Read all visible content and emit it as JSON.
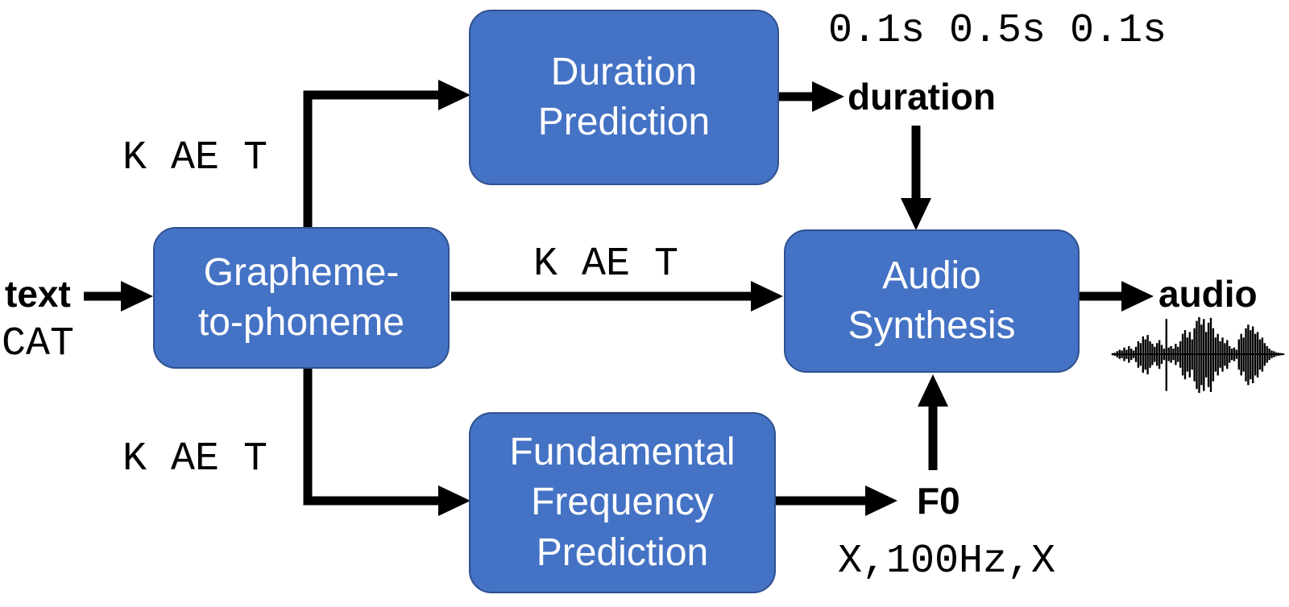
{
  "nodes": {
    "g2p": {
      "lines": [
        "Grapheme-",
        "to-phoneme"
      ]
    },
    "duration_prediction": {
      "lines": [
        "Duration",
        "Prediction"
      ]
    },
    "audio_synthesis": {
      "lines": [
        "Audio",
        "Synthesis"
      ]
    },
    "f0_prediction": {
      "lines": [
        "Fundamental",
        "Frequency",
        "Prediction"
      ]
    }
  },
  "labels": {
    "input_name": "text",
    "input_example": "CAT",
    "phonemes_top": "K AE T",
    "phonemes_middle": "K AE T",
    "phonemes_bottom": "K AE T",
    "durations_example": "0.1s 0.5s 0.1s",
    "duration_label": "duration",
    "f0_label": "F0",
    "f0_example": "X,100Hz,X",
    "output_label": "audio"
  },
  "colors": {
    "node_fill": "#4472C4",
    "node_border": "#2F528F",
    "node_text": "#FFFFFF",
    "label_text": "#000000",
    "arrow": "#000000",
    "background": "#FFFFFF"
  },
  "icons": {
    "waveform": "audio-waveform-icon"
  },
  "waveform": {
    "amplitudes": [
      0.03,
      0.04,
      0.08,
      0.12,
      0.1,
      0.18,
      0.12,
      0.22,
      0.15,
      0.1,
      0.2,
      0.35,
      0.3,
      0.48,
      0.4,
      0.52,
      0.35,
      0.28,
      0.2,
      0.3,
      0.38,
      0.25,
      0.15,
      0.95,
      0.18,
      0.22,
      0.15,
      0.28,
      0.2,
      0.35,
      0.55,
      0.65,
      0.45,
      0.6,
      0.4,
      0.7,
      0.9,
      1.0,
      0.8,
      0.95,
      0.6,
      0.85,
      0.98,
      0.7,
      0.45,
      0.55,
      0.35,
      0.45,
      0.3,
      0.38,
      0.22,
      0.15,
      0.18,
      0.12,
      0.4,
      0.55,
      0.45,
      0.7,
      0.8,
      0.65,
      0.75,
      0.55,
      0.6,
      0.4,
      0.45,
      0.3,
      0.22,
      0.15,
      0.1,
      0.08,
      0.05,
      0.04,
      0.03,
      0.02
    ]
  }
}
